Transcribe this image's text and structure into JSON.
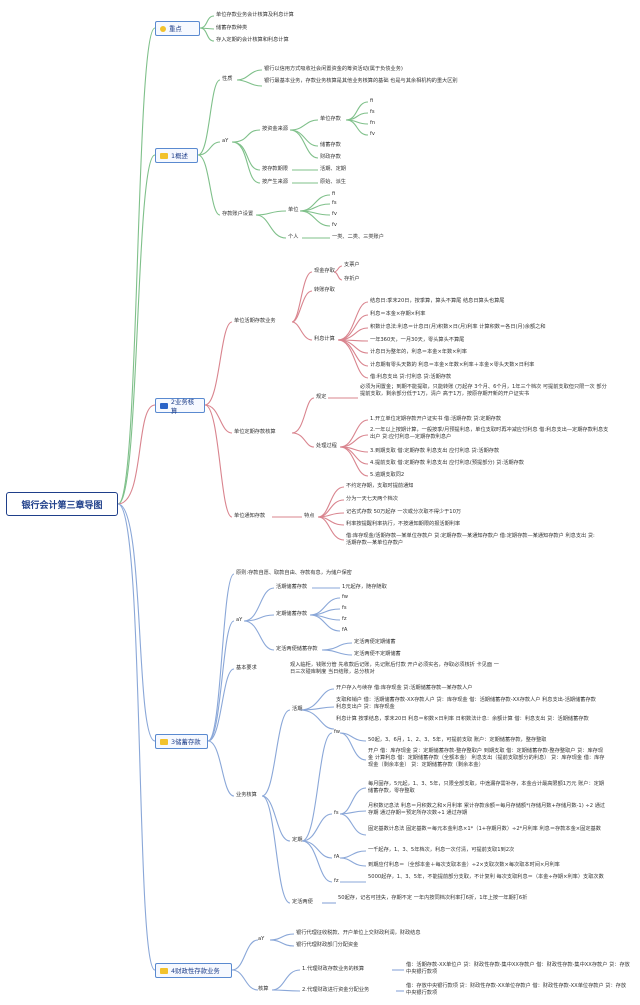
{
  "root": {
    "label": "银行会计第三章导图"
  },
  "branches": {
    "b0": {
      "label": "重点",
      "icon": "lightbulb-icon",
      "icon_color": "#f2c22c"
    },
    "b1": {
      "label": "1概述",
      "icon": "book-icon",
      "icon_color": "#f2c22c"
    },
    "b2": {
      "label": "2业务核算",
      "icon": "flag-icon",
      "icon_color": "#2a63c7"
    },
    "b3": {
      "label": "3储蓄存款",
      "icon": "book-icon",
      "icon_color": "#f2c22c"
    },
    "b4": {
      "label": "4财政性存款业务",
      "icon": "book-icon",
      "icon_color": "#f2c22c"
    }
  },
  "colors": {
    "root_border": "#1f3f8a",
    "line_top": "#7fc08a",
    "line_mid": "#d9848e",
    "line_low": "#8aa7d8"
  },
  "key_points": [
    "单位存款业务会计核算及利息计算",
    "储蓄存款种类",
    "存入定期的会计核算和利息计算"
  ],
  "overview": {
    "nature_label": "性质",
    "nature_items": [
      "银行以信用方式吸收社会闲置资金的筹资活动(属于负债业务)",
      "银行最基本业务，存款业务核算是其他业务核算的基础 也是与其余相机构的重大区别"
    ],
    "ay": "aY",
    "by_source": "按资金来源",
    "unit_deposit": "单位存款",
    "unit_sub": [
      "fi",
      "fs",
      "fn",
      "fv"
    ],
    "savings": "储蓄存款",
    "fiscal": "财政存款",
    "by_term": "按存款期限",
    "term_value": "活期、定期",
    "by_origin": "按产生来源",
    "origin_value": "原始、派生",
    "account_setup": "存款账户设置",
    "unit": "单位",
    "unit_acc": [
      "fi",
      "fs",
      "fv",
      "fv"
    ],
    "personal": "个人",
    "personal_value": "一类、二类、三类账户"
  },
  "business": {
    "unit_demand": "单位活期存款业务",
    "cash_deposit": "现金存取",
    "check_deposit": "支票户",
    "savings_acc": "存折户",
    "transfer": "转账存取",
    "interest": "利息计算",
    "interest_items": [
      "结息日:季末20日，按季算，算头不算尾 结息日算头也算尾",
      "利息＝本金×存期×利率",
      "积数计息法:利息＝计息日(月)积数×日(月)利率 计算积数＝各日(月)余额之和",
      "一年360天，一月30天，零头算头不算尾",
      "计息日为整年的，利息＝本金×年数×利率",
      "计息期有零头天数的 利息＝本金×年数×利率＋本金×零头天数×日利率",
      "借:利息支出 贷:付利息 贷:活期存款"
    ],
    "unit_fixed": "单位定期存款核算",
    "rules": "规定",
    "rules_text": "必须为闲置金；到期不能提取，只能转账 (万起存 3个月、6个月，1年三个档次 可提前支取但只限一次 部分提前支取，剩余部分低于1万，清户 高于1万，按原存期开新的开户证实书",
    "process": "处理过程",
    "process_items": [
      "1.开立单位定期存款开户证实书 借:活期存款 贷:定期存款",
      "2.一年以上按期计算，一般按季/月预提利息，单位支取时再冲减应付利息 借:利息支出—定期存款利息支出户 贷:应付利息—定期存款利息户",
      "3.到期支取 借:定期存款 利息支出 应付利息 贷:活期存款",
      "4.提前支取 借:定期存款 利息支出 应付利息(预提部分) 贷:活期存款",
      "5.逾期支取同2"
    ],
    "notice": "单位通知存款",
    "features": "特点",
    "features_items": [
      "不约定存期，支取时提前通知",
      "分为一天七天两个档次",
      "记名式存款 50万起存 一次或分次取不得少于10万",
      "利率按提醒利率执行，不按通知期限的报活期利率",
      "借:库存现金/活期存款—某单位存款户 贷:定期存款—某通知存款户 借:定期存款—某通知存款户 利息支出 贷:活期存款—某单位存款户"
    ]
  },
  "savings": {
    "principle": "原则:存款自愿、取款自由、存款有息，为储户保密",
    "ay": "aY",
    "demand": "活期储蓄存款",
    "demand_value": "1元起存，随存随取",
    "fixed": "定期储蓄存款",
    "fixed_sub": [
      "fw",
      "fs",
      "fz",
      "fA"
    ],
    "flex": "定活两便储蓄存款",
    "flex_items": [
      "定活两便定期储蓄",
      "定活两便不定期储蓄"
    ],
    "basic": "基本要求",
    "basic_text": "观入临柜，钱账分管 先收款后记账，先记账后付款 开户必须实名，存取必须核折 卡见面 一日三次碰库制度 当日结账，总分核对",
    "demand2": "活期",
    "demand_items": [
      "开户存入与续存 借:库存现金 贷:活期储蓄存款—某存款人户",
      "支取和销户 借：活期储蓄存款-XX存款人户 贷：库存现金 借：活期储蓄存款-XX存款人户 利息支出-活期储蓄存款利息支出户 贷：库存现金",
      "利息计算 按季结息，季末20日 利息＝积数×日利率 日积数法计息：余额计算 借：利息支出 贷：活期储蓄存款"
    ],
    "accounting": "业务核算",
    "fw": "fw",
    "fw_items": [
      "50起，3、6月，1、2、3、5年，可提前支取 账户：定期储蓄存款，整存整取",
      "开户 借：库存现金 贷：定期储蓄存款-整存整取户 到期支取 借：定期储蓄存款-整存整取户 贷：库存现金 计算利息 借：定期储蓄存款（全额本金） 利息支出（提前支取部分的利息） 贷：库存现金 借：库存现金（剩余本金） 贷：定期储蓄存款（剩余本金）"
    ],
    "fixed2": "定期",
    "fs": "fs",
    "fs_items": [
      "每月固存，5元起，1、3、5年，只限全部支取，中途漏存需补存，本金合计最高限额1万元 账户：定期储蓄存款，零存整取",
      "月积数记息法 利息＝月积数之和×月利率 累计存款余额＝每月存储额*(存储月数+存储月数-1) ÷2 通过存期 通过存期＝预定所存次数÷1 通过存期",
      "固定基数计息法 固定基数＝每元本金利息×1*（1+存期月数）÷2*月利率 利息＝存款本金×固定基数"
    ],
    "fA": "fA",
    "fA_items": [
      "一千起存，1、3、5年档次，利息一次付清，可提前支取1到2次",
      "到期应付利息＝（全部本金＋每次支取本金）÷2×支取次数×每次取本时间×月利率"
    ],
    "fz": "fz",
    "fz_items": [
      "5000起存，1、3、5年，不能提前部分支取，不计复利 每次支取利息＝（本金÷存期×利率）支取次数"
    ],
    "flex2": "定活两便",
    "flex_text": "50起存，记名可挂失，存期不定 一年内按同档次利率打6折，1年上按一年期打6折"
  },
  "fiscal": {
    "ay": "aY",
    "ay_items": [
      "银行代理征收税款、开户单位上交财政利润，财政结息",
      "银行代理财政部门分配资金"
    ],
    "accounting": "核算",
    "item1": "1.代理财政存款业务的核算",
    "item1_text": "借：活期存款-XX单位户 贷：财政性存款-集中XX存款户 借：财政性存款-集中XX存款户 贷：存放中央银行款项",
    "item2": "2.代理财政进行资金分配业务",
    "item2_text": "借：存放中央银行款项 贷：财政性存款-XX单位存款户 借：财政性存款-XX单位存款户 贷：存放中央银行款项"
  }
}
